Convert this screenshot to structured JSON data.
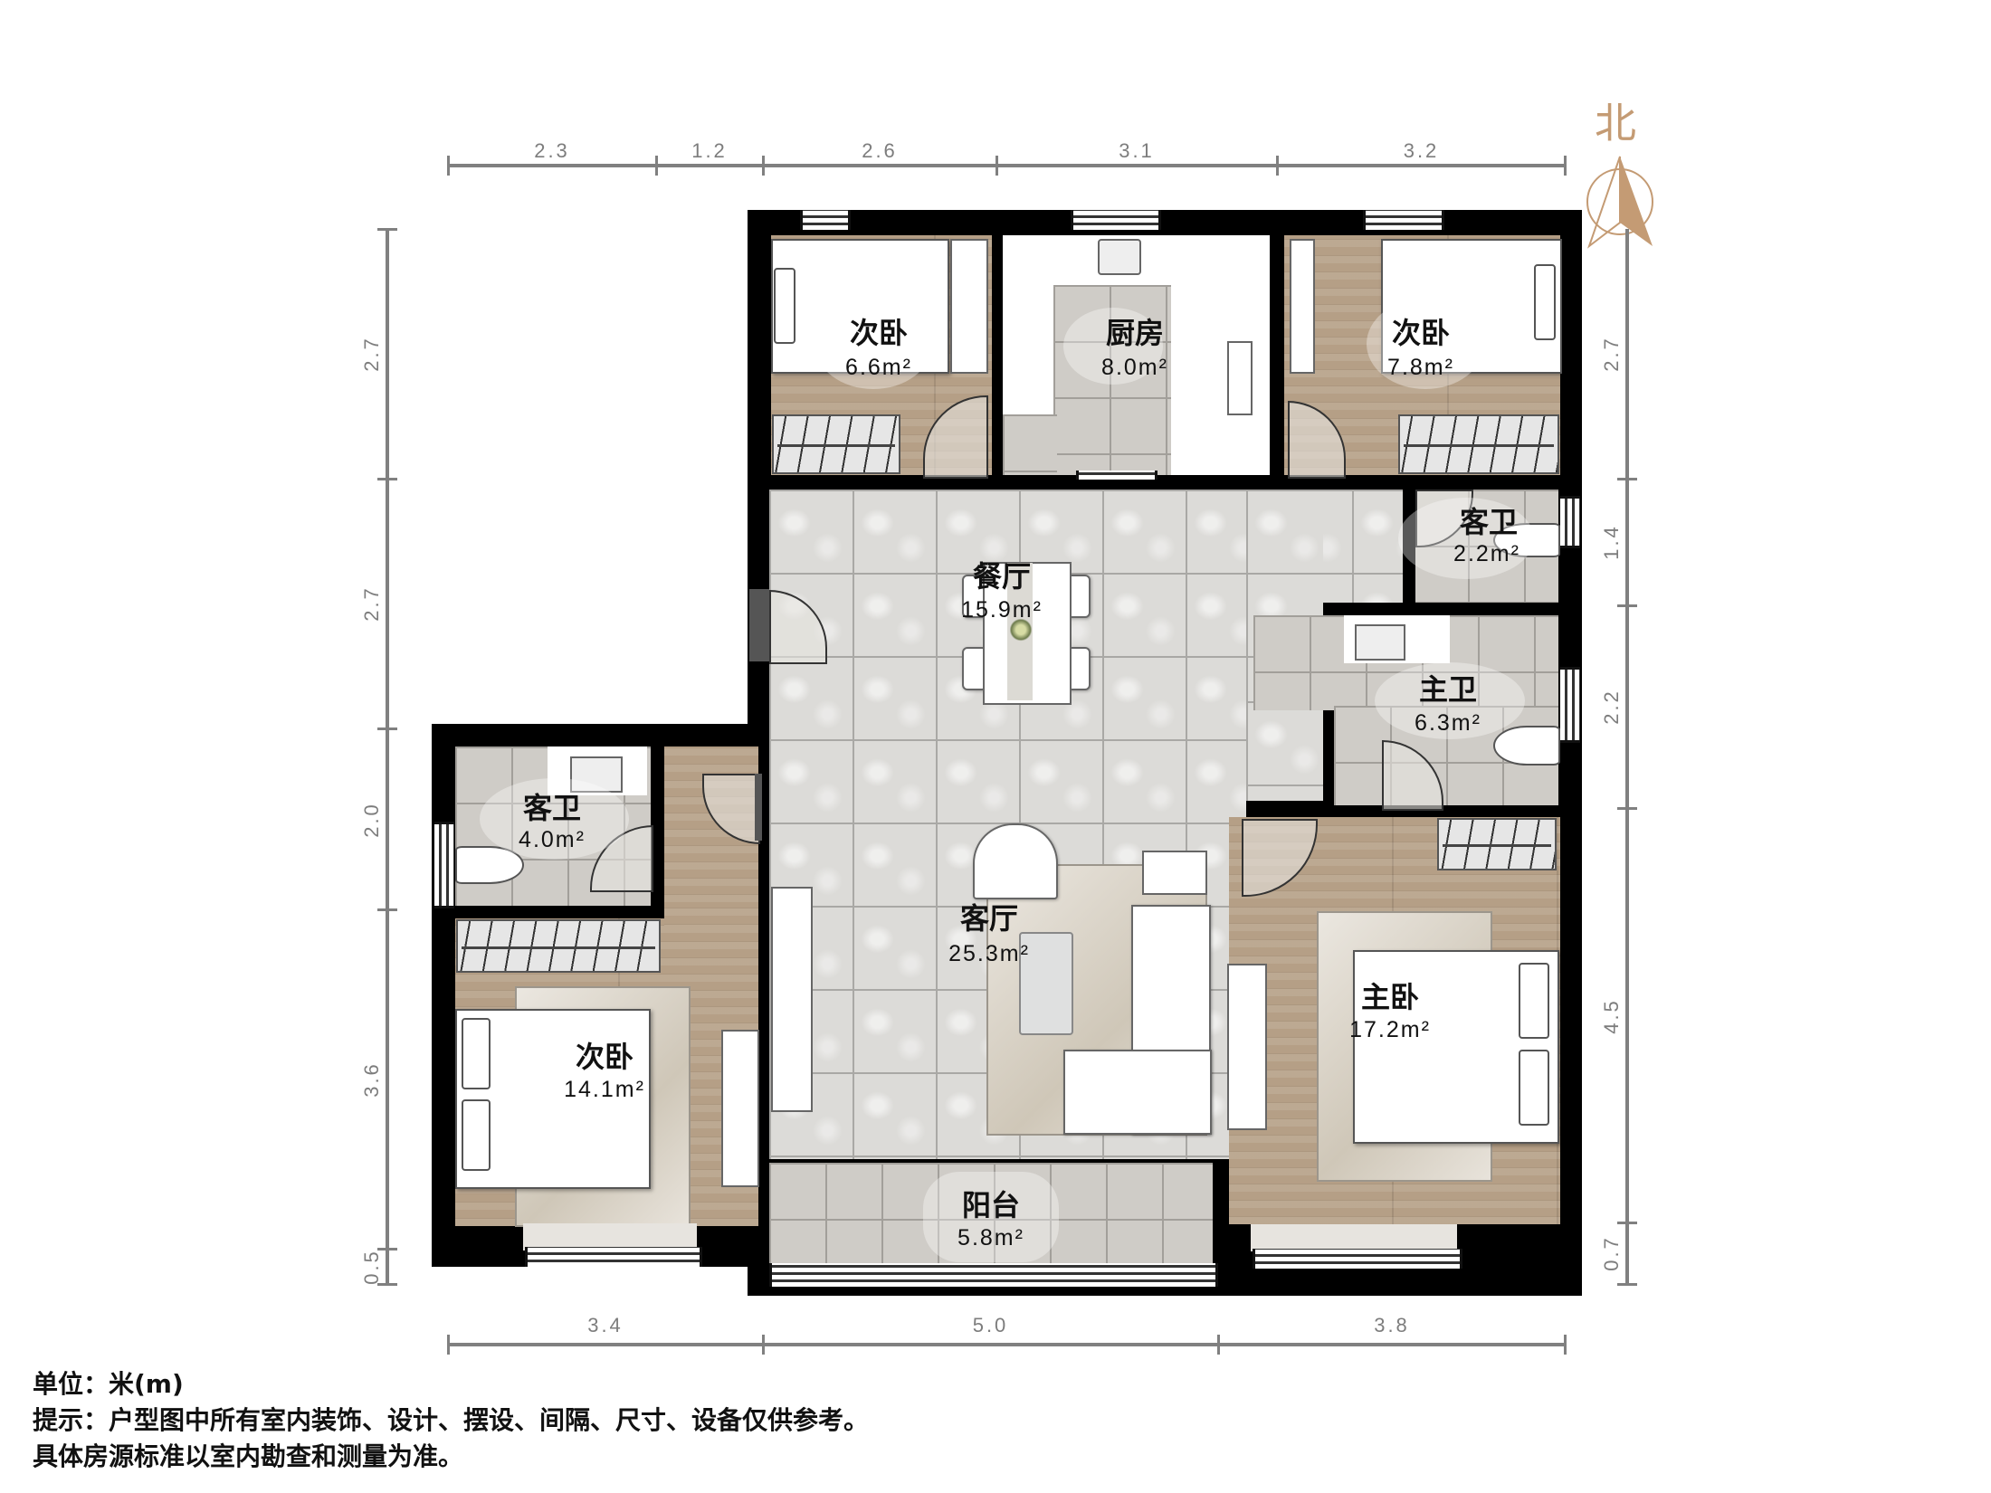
{
  "north_label": "北",
  "colors": {
    "wall": "#000000",
    "north_arrow": "#c49b74",
    "dimension_line": "#808080",
    "wood_floor": "#b59f86",
    "tile_floor": "#dcdbd8"
  },
  "dimensions": {
    "top": [
      "2.3",
      "1.2",
      "2.6",
      "3.1",
      "3.2"
    ],
    "bottom": [
      "3.4",
      "5.0",
      "3.8"
    ],
    "left": [
      "2.7",
      "2.7",
      "2.0",
      "3.6",
      "0.5"
    ],
    "right": [
      "2.7",
      "1.4",
      "2.2",
      "4.5",
      "0.7"
    ]
  },
  "rooms": {
    "bedroom_top_left": {
      "name": "次卧",
      "area": "6.6m²"
    },
    "kitchen": {
      "name": "厨房",
      "area": "8.0m²"
    },
    "bedroom_top_right": {
      "name": "次卧",
      "area": "7.8m²"
    },
    "guest_bath_right": {
      "name": "客卫",
      "area": "2.2m²"
    },
    "dining": {
      "name": "餐厅",
      "area": "15.9m²"
    },
    "master_bath": {
      "name": "主卫",
      "area": "6.3m²"
    },
    "guest_bath_left": {
      "name": "客卫",
      "area": "4.0m²"
    },
    "living": {
      "name": "客厅",
      "area": "25.3m²"
    },
    "master_bedroom": {
      "name": "主卧",
      "area": "17.2m²"
    },
    "bedroom_bottom_left": {
      "name": "次卧",
      "area": "14.1m²"
    },
    "balcony": {
      "name": "阳台",
      "area": "5.8m²"
    }
  },
  "notes": {
    "unit": "单位：米(m)",
    "tip": "提示：户型图中所有室内装饰、设计、摆设、间隔、尺寸、设备仅供参考。",
    "disclaimer": "具体房源标准以室内勘查和测量为准。"
  }
}
